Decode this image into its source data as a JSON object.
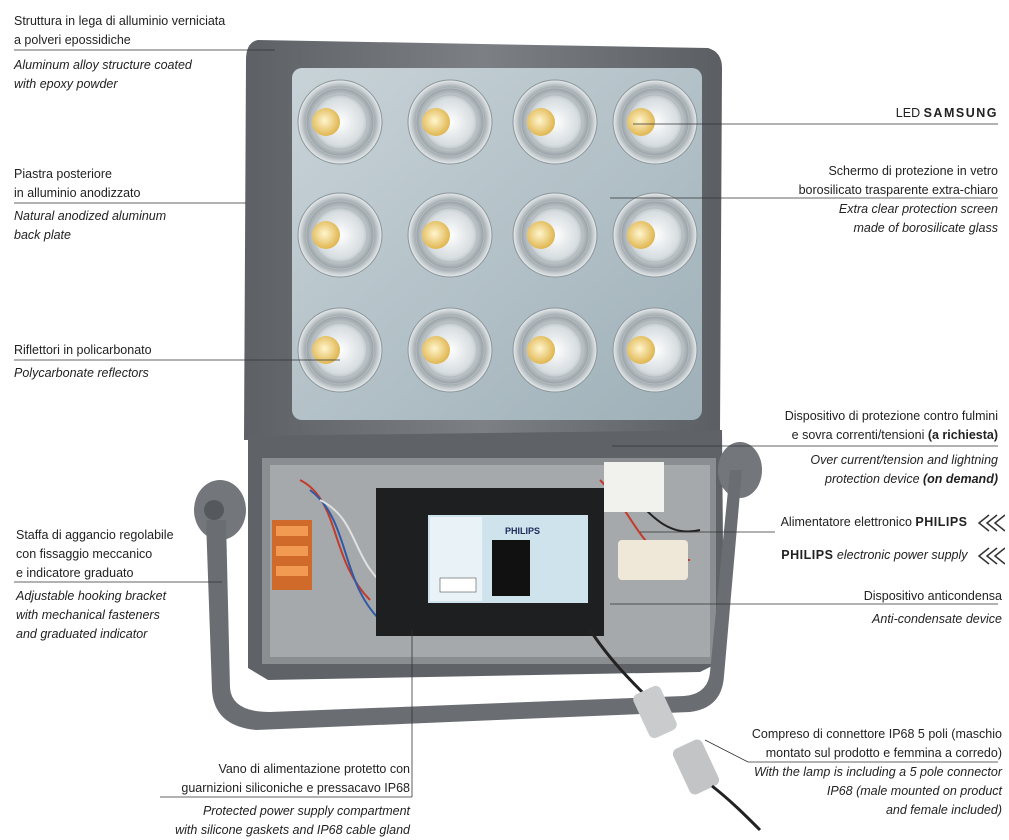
{
  "labels": {
    "structure": {
      "it": [
        "Struttura in lega di alluminio verniciata",
        "a polveri epossidiche"
      ],
      "en": [
        "Aluminum alloy structure coated",
        "with epoxy powder"
      ]
    },
    "backplate": {
      "it": [
        "Piastra posteriore",
        "in alluminio anodizzato"
      ],
      "en": [
        "Natural anodized aluminum",
        "back plate"
      ]
    },
    "reflectors": {
      "it": [
        "Riflettori in policarbonato"
      ],
      "en": [
        "Polycarbonate reflectors"
      ]
    },
    "bracket": {
      "it": [
        "Staffa di aggancio regolabile",
        "con fissaggio meccanico",
        "e indicatore graduato"
      ],
      "en": [
        "Adjustable hooking bracket",
        "with mechanical fasteners",
        "and graduated indicator"
      ]
    },
    "compartment": {
      "it": [
        "Vano di alimentazione protetto con",
        "guarnizioni siliconiche e pressacavo IP68"
      ],
      "en": [
        "Protected power supply compartment",
        "with silicone gaskets and IP68 cable gland"
      ]
    },
    "led": {
      "prefix": "LED",
      "brand": "SAMSUNG"
    },
    "screen": {
      "it": [
        "Schermo di protezione in vetro",
        "borosilicato trasparente extra-chiaro"
      ],
      "en": [
        "Extra clear protection screen",
        "made of borosilicate glass"
      ]
    },
    "surge": {
      "it1": "Dispositivo di protezione contro fulmini",
      "it2_a": "e sovra correnti/tensioni ",
      "it2_b": "(a richiesta)",
      "en1": "Over current/tension and lightning",
      "en2_a": "protection device ",
      "en2_b": "(on demand)"
    },
    "power": {
      "it": "Alimentatore elettronico",
      "brand": "PHILIPS",
      "en": "electronic power supply"
    },
    "anticond": {
      "it": "Dispositivo anticondensa",
      "en": "Anti-condensate device"
    },
    "connector": {
      "it": [
        "Compreso di connettore IP68 5 poli (maschio",
        "montato sul prodotto e femmina a corredo)"
      ],
      "en": [
        "With the lamp is including a 5 pole connector",
        "IP68 (male mounted on product",
        "and female included)"
      ]
    }
  },
  "driver_label": {
    "brand": "PHILIPS"
  },
  "colors": {
    "housing": "#6e7277",
    "housing_dark": "#4f5357",
    "glass": "#b9c6cc",
    "led": "#f0d47a",
    "line": "#333333"
  }
}
